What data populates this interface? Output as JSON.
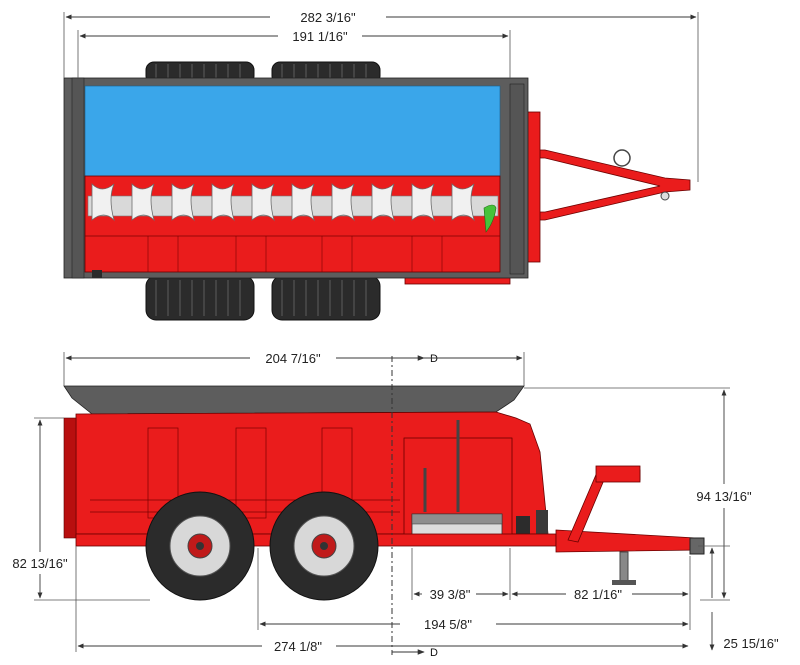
{
  "top_view": {
    "dim_overall_length": "282 3/16\"",
    "dim_box_length": "191 1/16\""
  },
  "side_view": {
    "dim_box_top_length": "204 7/16\"",
    "dim_height": "94 13/16\"",
    "dim_left_height": "82 13/16\"",
    "dim_axle_offset": "39 3/8\"",
    "dim_hitch_offset": "82 1/16\"",
    "dim_axle_to_hitch": "194 5/8\"",
    "dim_overall_side_length": "274 1/8\"",
    "dim_hitch_height": "25 15/16\"",
    "section_label_top": "D",
    "section_label_bottom": "D"
  },
  "colors": {
    "body_red": "#ea1c1c",
    "load_blue": "#3aa6ea",
    "frame_gray": "#5d5d5d",
    "tire_black": "#2b2b2b",
    "auger_white": "#e6e6e6"
  }
}
